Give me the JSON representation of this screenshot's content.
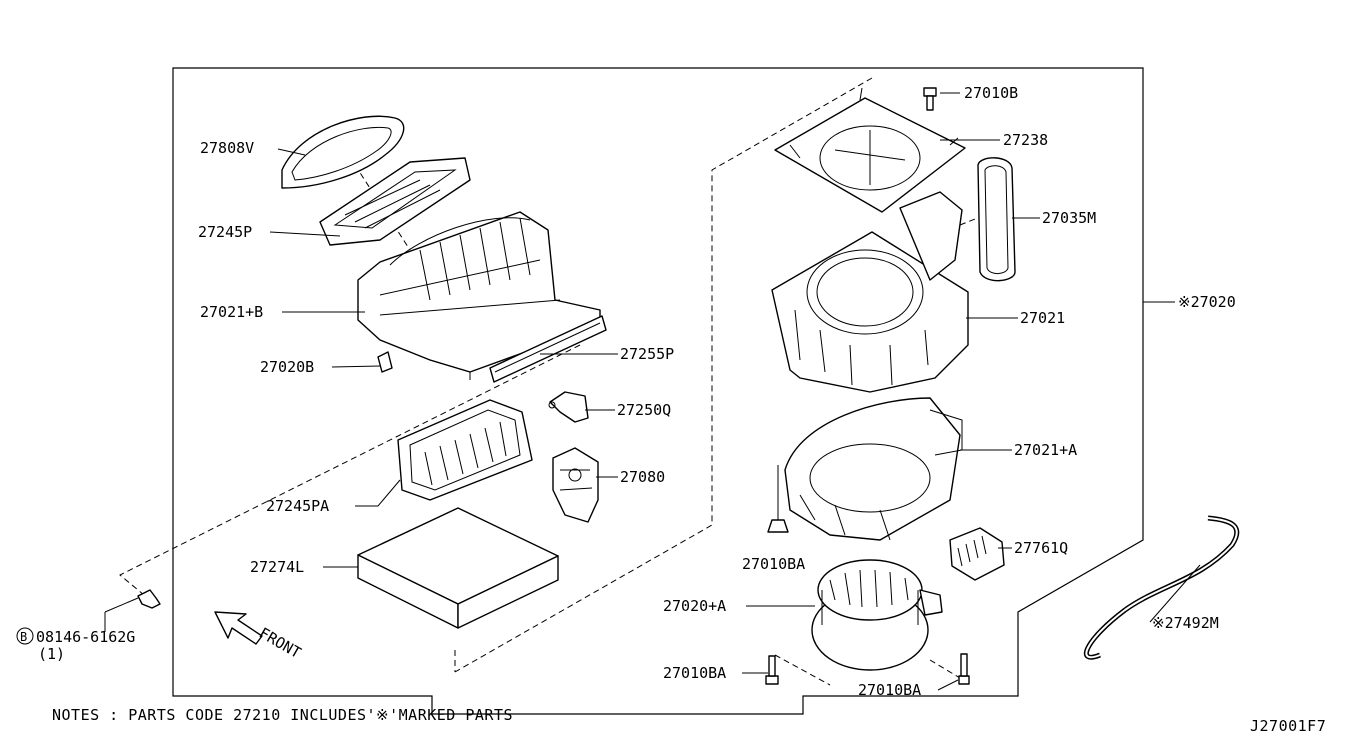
{
  "parts": {
    "p27808V": "27808V",
    "p27245P": "27245P",
    "p27021B": "27021+B",
    "p27020B": "27020B",
    "p27255P": "27255P",
    "p27250Q": "27250Q",
    "p27080": "27080",
    "p27245PA": "27245PA",
    "p27274L": "27274L",
    "p08146": "08146-6162G",
    "p08146_qty": "(1)",
    "p08146_prefix": "B",
    "p27010B": "27010B",
    "p27238": "27238",
    "p27035M": "27035M",
    "p27021": "27021",
    "p27020": "※27020",
    "p27021A": "27021+A",
    "p27761Q": "27761Q",
    "p27010BA_1": "27010BA",
    "p27020A": "27020+A",
    "p27010BA_2": "27010BA",
    "p27010BA_3": "27010BA",
    "p27492M": "※27492M"
  },
  "front_label": "FRONT",
  "notes": "NOTES : PARTS CODE 27210 INCLUDES'※'MARKED PARTS",
  "diagram_code": "J27001F7",
  "icons": {
    "front_arrow": "front-arrow-icon",
    "circle_b": "circle-b-icon"
  }
}
